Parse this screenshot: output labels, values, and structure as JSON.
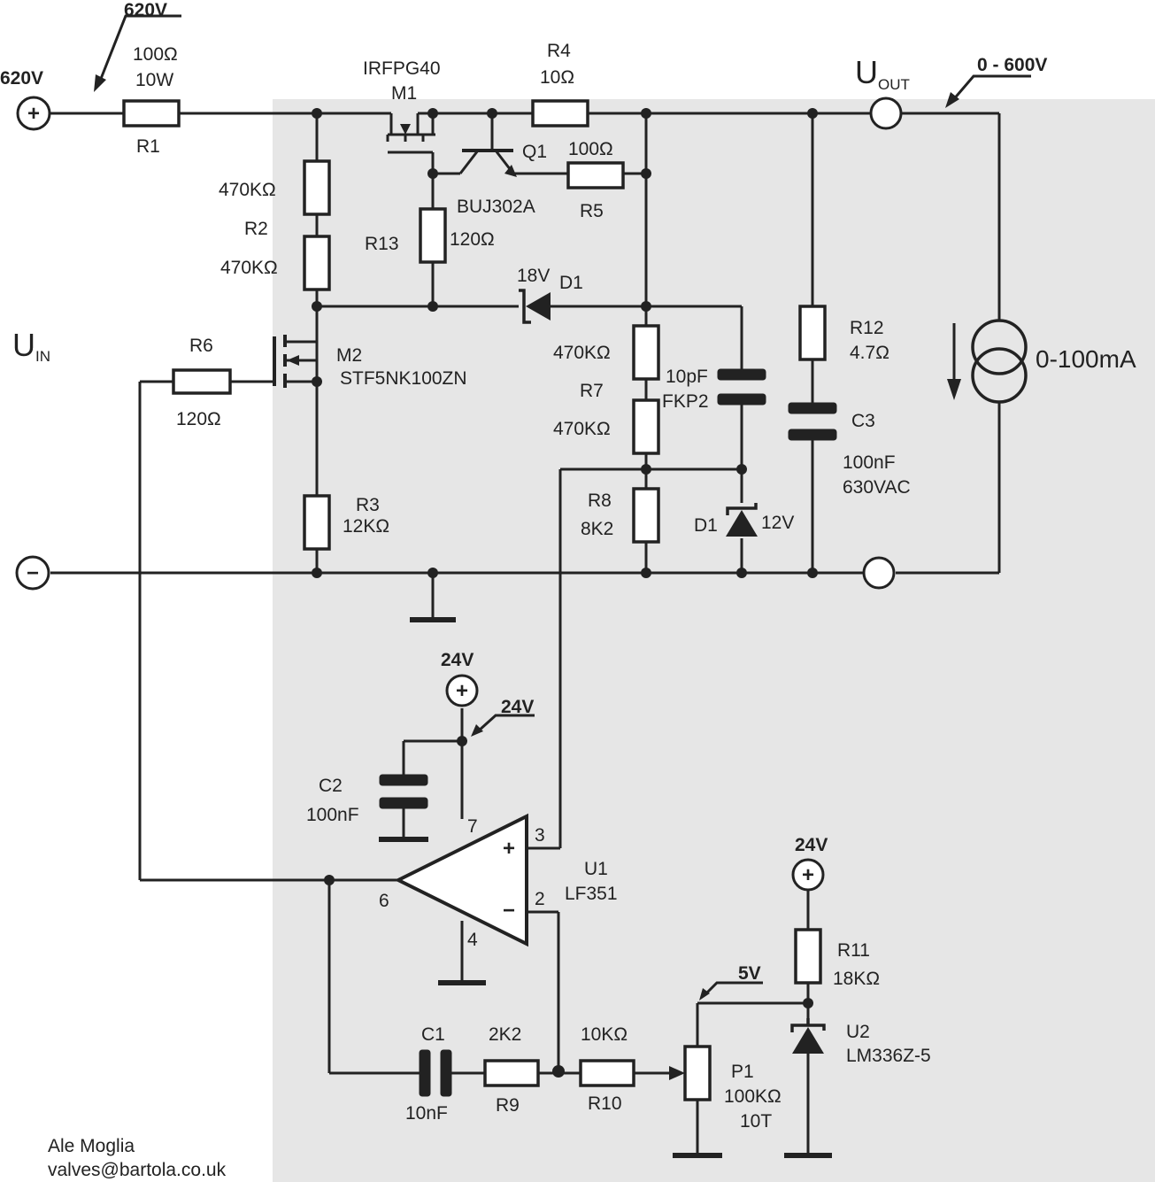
{
  "labels": {
    "v620_left": "620V",
    "v620_top": "620V",
    "r1_val1": "100Ω",
    "r1_val2": "10W",
    "r1_ref": "R1",
    "m1_part": "IRFPG40",
    "m1_ref": "M1",
    "r4_ref": "R4",
    "r4_val": "10Ω",
    "uout_main": "U",
    "uout_sub": "OUT",
    "vout_range": "0 - 600V",
    "q1_ref": "Q1",
    "q1_part": "BUJ302A",
    "r5_val": "100Ω",
    "r5_ref": "R5",
    "r2_val1": "470KΩ",
    "r2_ref": "R2",
    "r2_val2": "470KΩ",
    "r13_ref": "R13",
    "r13_val": "120Ω",
    "d1a_volt": "18V",
    "d1a_ref": "D1",
    "uin_main": "U",
    "uin_sub": "IN",
    "r6_ref": "R6",
    "r6_val": "120Ω",
    "m2_ref": "M2",
    "m2_part": "STF5NK100ZN",
    "r7_val1": "470KΩ",
    "r7_ref": "R7",
    "r7_val2": "470KΩ",
    "cap10p_val": "10pF",
    "cap10p_type": "FKP2",
    "r12_ref": "R12",
    "r12_val": "4.7Ω",
    "c3_ref": "C3",
    "c3_val1": "100nF",
    "c3_val2": "630VAC",
    "cs_val": "0-100mA",
    "r3_ref": "R3",
    "r3_val": "12KΩ",
    "r8_ref": "R8",
    "r8_val": "8K2",
    "d1b_ref": "D1",
    "d1b_volt": "12V",
    "v24_a": "24V",
    "v24_b": "24V",
    "c2_ref": "C2",
    "c2_val": "100nF",
    "pin7": "7",
    "pin3": "3",
    "pin6": "6",
    "pin2": "2",
    "pin4": "4",
    "opamp_plus": "+",
    "opamp_minus": "−",
    "u1_ref": "U1",
    "u1_part": "LF351",
    "v24_c": "24V",
    "r11_ref": "R11",
    "r11_val": "18KΩ",
    "v5": "5V",
    "u2_ref": "U2",
    "u2_part": "LM336Z-5",
    "c1_ref": "C1",
    "c1_val": "10nF",
    "r9_val": "2K2",
    "r9_ref": "R9",
    "r10_val": "10KΩ",
    "r10_ref": "R10",
    "p1_ref": "P1",
    "p1_val1": "100KΩ",
    "p1_val2": "10T",
    "author": "Ale Moglia",
    "email": "valves@bartola.co.uk",
    "term_plus": "+",
    "term_minus": "−"
  },
  "colors": {
    "background": "#ffffff",
    "shaded_area": "#e6e6e6",
    "ink": "#222222"
  }
}
